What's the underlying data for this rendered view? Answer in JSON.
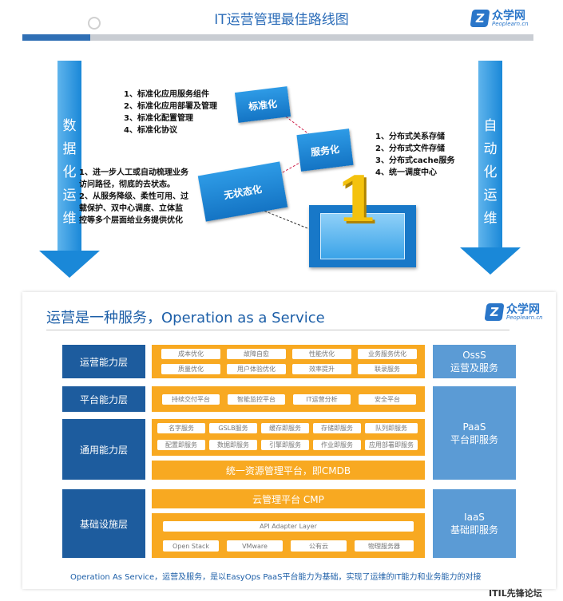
{
  "slide1": {
    "title": "IT运营管理最佳路线图",
    "logo_name": "众学网",
    "logo_sub": "Peoplearn.cn",
    "logo_mark": "Z",
    "left_arrow_text": [
      "数",
      "据",
      "化",
      "运",
      "维"
    ],
    "right_arrow_text": [
      "自",
      "动",
      "化",
      "运",
      "维"
    ],
    "box_standard": "标准化",
    "box_service": "服务化",
    "box_stateless": "无状态化",
    "big_number": "1",
    "list_standard": [
      "1、标准化应用服务组件",
      "2、标准化应用部署及管理",
      "3、标准化配置管理",
      "4、标准化协议"
    ],
    "list_service": [
      "1、分布式关系存储",
      "2、分布式文件存储",
      "3、分布式cache服务",
      "4、统一调度中心"
    ],
    "list_stateless": [
      "1、进一步人工或自动梳理业务",
      "访问路径，彻底的去状态。",
      "2、从服务降级、柔性可用、过",
      "载保护、双中心调度、立体监",
      "控等多个层面给业务提供优化"
    ]
  },
  "slide2": {
    "title": "运营是一种服务，Operation as a Service",
    "logo_name": "众学网",
    "logo_sub": "Peoplearn.cn",
    "logo_mark": "Z",
    "layers": {
      "ops": {
        "label": "运营能力层",
        "chips": [
          "成本优化",
          "故障自愈",
          "性能优化",
          "业务服务优化",
          "质量优化",
          "用户体验优化",
          "效率提升",
          "联录服务"
        ]
      },
      "platform": {
        "label": "平台能力层",
        "chips": [
          "持续交付平台",
          "智能监控平台",
          "IT运营分析",
          "安全平台"
        ]
      },
      "common": {
        "label": "通用能力层",
        "chips": [
          "名字服务",
          "GSLB服务",
          "缓存即服务",
          "存储即服务",
          "队列即服务",
          "配置即服务",
          "数据即服务",
          "引擎即服务",
          "作业即服务",
          "应用部署即服务"
        ],
        "bar": "统一资源管理平台，即CMDB"
      },
      "infra": {
        "label": "基础设施层",
        "bar": "云管理平台 CMP",
        "api": "API Adapter Layer",
        "chips": [
          "Open Stack",
          "VMware",
          "公有云",
          "物理服务器"
        ]
      }
    },
    "side": {
      "osss": [
        "OssS",
        "运营及服务"
      ],
      "paas": [
        "PaaS",
        "平台即服务"
      ],
      "iaas": [
        "IaaS",
        "基础即服务"
      ]
    },
    "footer": "Operation As Service，运营及服务，是以EasyOps PaaS平台能力为基础，实现了运维的IT能力和业务能力的对接"
  },
  "watermark": "ITIL先锋论坛",
  "colors": {
    "primary_blue": "#1d5c9e",
    "accent_orange": "#f8a921",
    "light_blue": "#5b9bd5",
    "arrow_blue": "#1a88d8"
  }
}
